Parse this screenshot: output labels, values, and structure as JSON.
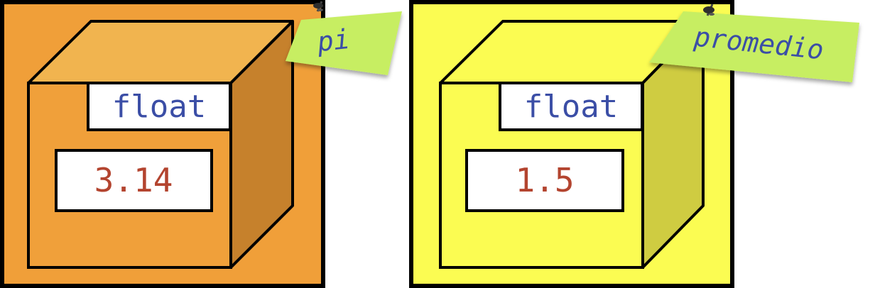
{
  "boxes": [
    {
      "type": "float",
      "value": "3.14",
      "name": "pi",
      "colors": {
        "background": "#f09f39",
        "front": "#f0a03a",
        "top": "#f1b44f",
        "side": "#c6812c"
      }
    },
    {
      "type": "float",
      "value": "1.5",
      "name": "promedio",
      "colors": {
        "background": "#fbfc52",
        "front": "#fbfc52",
        "top": "#fbfc52",
        "side": "#cfcc41"
      }
    }
  ],
  "tag_color": "#c7ee62",
  "outline_color": "#000000"
}
